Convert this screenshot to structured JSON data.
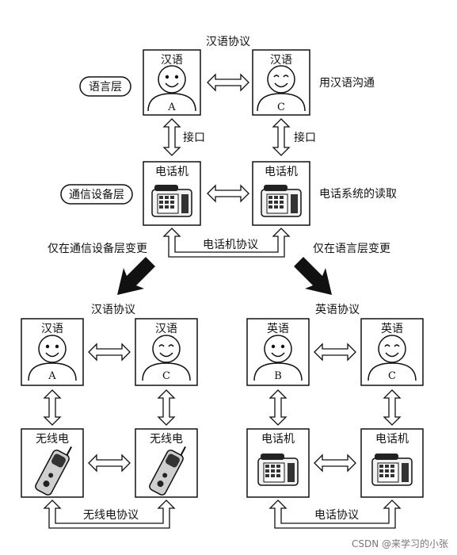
{
  "top": {
    "protocol_label": "汉语协议",
    "person_a": {
      "lang": "汉语",
      "letter": "A"
    },
    "person_c": {
      "lang": "汉语",
      "letter": "C"
    },
    "layer_language": "语言层",
    "layer_comm": "通信设备层",
    "note_language": "用汉语沟通",
    "interface_left": "接口",
    "interface_right": "接口",
    "device_left": "电话机",
    "device_right": "电话机",
    "note_device": "电话系统的读取",
    "device_protocol": "电话机协议",
    "change_left": "仅在通信设备层变更",
    "change_right": "仅在语言层变更"
  },
  "bottom_left": {
    "protocol_label": "汉语协议",
    "person_a": {
      "lang": "汉语",
      "letter": "A"
    },
    "person_c": {
      "lang": "汉语",
      "letter": "C"
    },
    "device_left": "无线电",
    "device_right": "无线电",
    "device_protocol": "无线电协议"
  },
  "bottom_right": {
    "protocol_label": "英语协议",
    "person_b": {
      "lang": "英语",
      "letter": "B"
    },
    "person_c": {
      "lang": "英语",
      "letter": "C"
    },
    "device_left": "电话机",
    "device_right": "电话机",
    "device_protocol": "电话协议"
  },
  "watermark": "CSDN @来学习的小张"
}
